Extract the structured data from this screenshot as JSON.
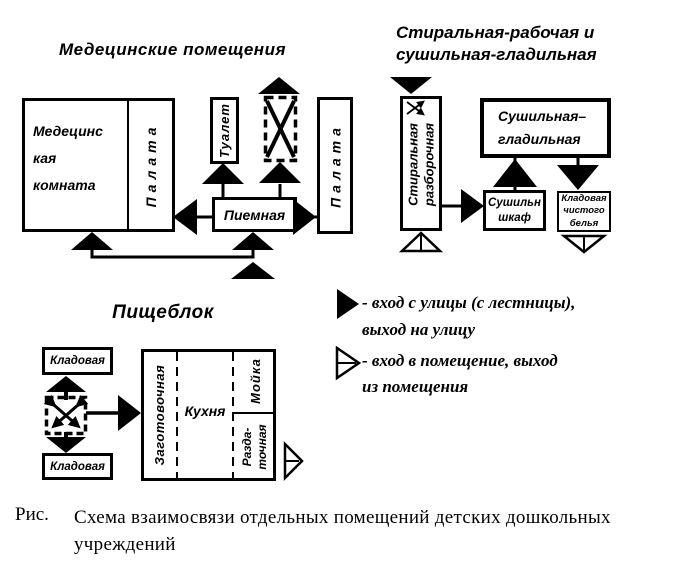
{
  "colors": {
    "ink": "#000000",
    "paper": "#ffffff"
  },
  "sections": {
    "medical": {
      "title": "Медецинские помещения",
      "rooms": {
        "med_room": "Медецинс\nкая\nкомната",
        "ward_left": "Палата",
        "toilet": "Туалет",
        "reception": "Пиемная",
        "ward_right": "Палата"
      }
    },
    "laundry": {
      "title": "Стиральная-рабочая и\nсушильная-гладильная",
      "rooms": {
        "washing_sorting": "Стиральная\nразборочная",
        "drying_ironing": "Сушильная–\nгладильная",
        "drying_cabinet": "Сушильн\nшкаф",
        "clean_linen_storage": "Кладовая\nчистого\nбелья"
      }
    },
    "food": {
      "title": "Пищеблок",
      "rooms": {
        "pantry_top": "Кладовая",
        "pantry_bottom": "Кладовая",
        "prep_room": "Заготовочная",
        "kitchen": "Кухня",
        "dishwashing": "Мойка",
        "serving": "Разда-\nточная"
      }
    }
  },
  "legend": {
    "items": [
      {
        "symbol": "filled-arrow",
        "label": "- вход с улицы (с лестницы),\nвыход на улицу"
      },
      {
        "symbol": "outlined-arrow",
        "label": "- вход в помещение, выход\nиз помещения"
      }
    ]
  },
  "caption": {
    "prefix": "Рис.",
    "text": "Схема взаимосвязи отдельных помещений детских дошкольных\nучреждений"
  }
}
